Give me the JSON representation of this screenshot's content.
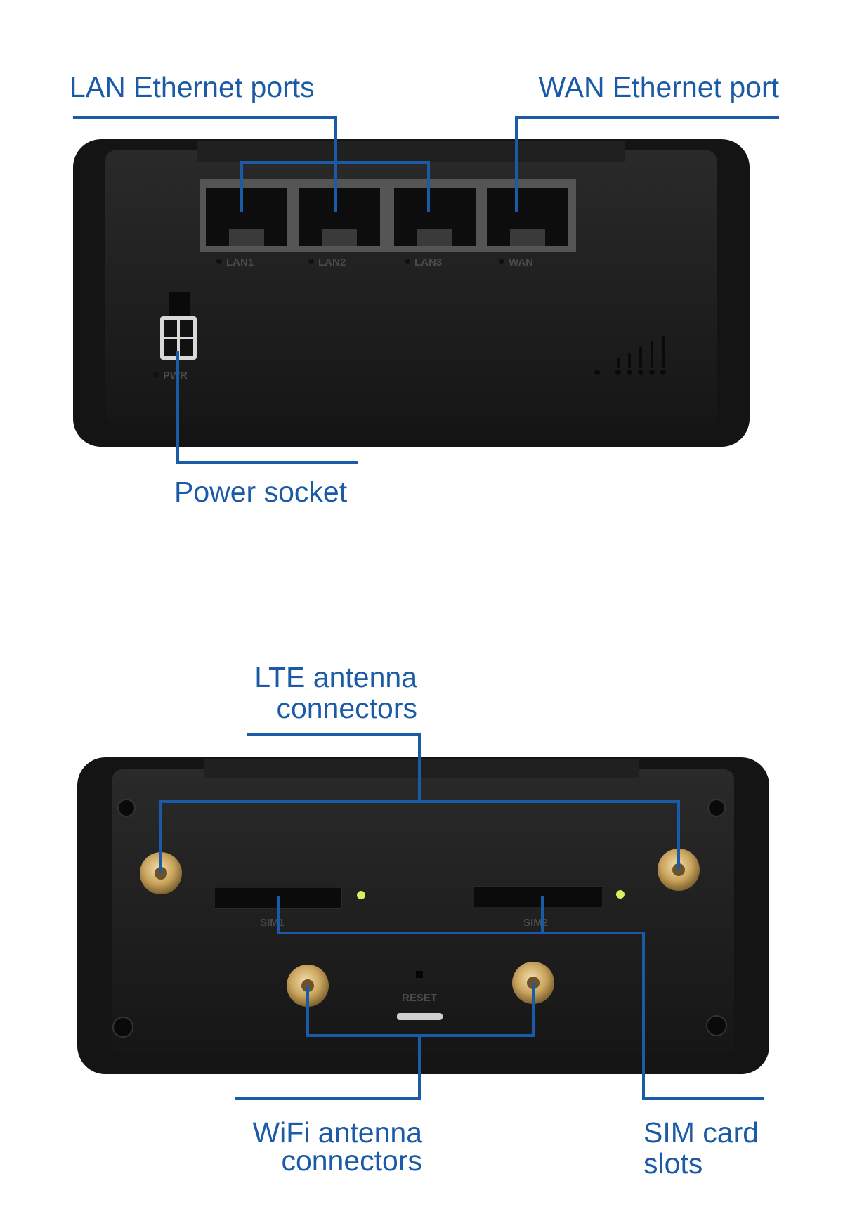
{
  "colors": {
    "label": "#1b5aa6",
    "body": "#1e1e1e",
    "connector": "#c9a35c",
    "led": "#d8f060"
  },
  "front_view": {
    "labels": {
      "lan": "LAN Ethernet ports",
      "wan": "WAN Ethernet port",
      "power": "Power socket"
    },
    "port_markings": [
      "LAN1",
      "LAN2",
      "LAN3",
      "WAN"
    ],
    "power_marking": "PWR"
  },
  "rear_view": {
    "labels": {
      "lte_line1": "LTE antenna",
      "lte_line2": "connectors",
      "wifi_line1": "WiFi antenna",
      "wifi_line2": "connectors",
      "sim_line1": "SIM card",
      "sim_line2": "slots"
    },
    "slot_markings": [
      "SIM1",
      "SIM2"
    ],
    "reset_marking": "RESET"
  }
}
